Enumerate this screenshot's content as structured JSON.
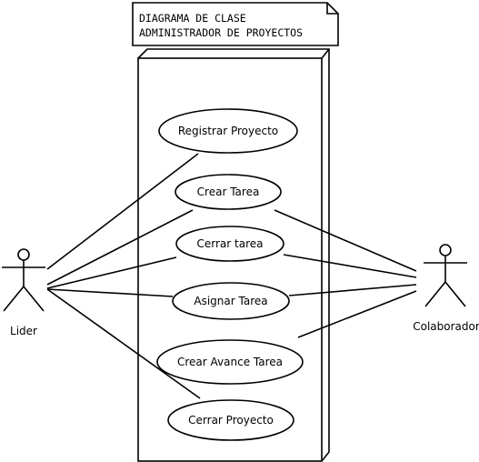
{
  "note": {
    "lines": [
      "DIAGRAMA DE CLASE",
      "ADMINISTRADOR DE PROYECTOS"
    ]
  },
  "actors": {
    "lider": "Lider",
    "colaborador": "Colaborador"
  },
  "use_cases": {
    "registrar_proyecto": "Registrar Proyecto",
    "crear_tarea": "Crear Tarea",
    "cerrar_tarea": "Cerrar tarea",
    "asignar_tarea": "Asignar Tarea",
    "crear_avance_tarea": "Crear Avance Tarea",
    "cerrar_proyecto": "Cerrar Proyecto"
  }
}
